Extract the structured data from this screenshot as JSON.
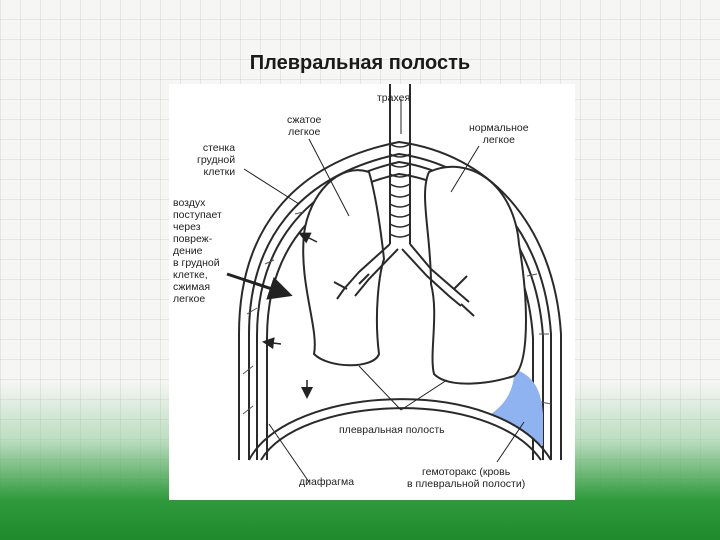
{
  "title": "Плевральная полость",
  "labels": {
    "trachea": "трахея",
    "compressed_lung": [
      "сжатое",
      "легкое"
    ],
    "normal_lung": [
      "нормальное",
      "легкое"
    ],
    "chest_wall": [
      "стенка",
      "грудной",
      "клетки"
    ],
    "air_entry": [
      "воздух",
      "поступает",
      "через",
      "повреж-",
      "дение",
      "в грудной",
      "клетке,",
      "сжимая",
      "легкое"
    ],
    "pleural_cavity": "плевральная полость",
    "diaphragm": "диафрагма",
    "hemothorax": [
      "гемоторакс (кровь",
      "в плевральной полости)"
    ]
  },
  "colors": {
    "blood": "#8fb3f0",
    "stroke": "#2a2a2a",
    "green": "#2f9a3c"
  }
}
